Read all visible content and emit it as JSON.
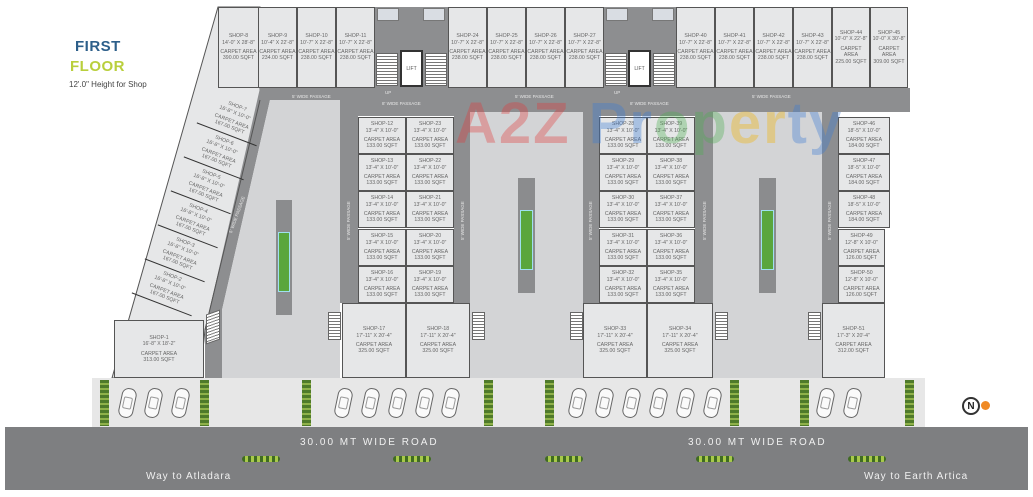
{
  "header": {
    "title_line1": "FIRST",
    "title_line2": "FLOOR",
    "subtitle": "12'.0\" Height for Shop"
  },
  "colors": {
    "title_blue": "#2d5f8a",
    "title_green": "#b9cf3c",
    "passage": "#8d8e90",
    "plaza": "#d3d4d6",
    "shop": "#e6e7e8",
    "road": "#7e7f81",
    "planter": "#5aa63d"
  },
  "shop_area_label": "CARPET AREA",
  "shops": [
    {
      "name": "SHOP-1",
      "size": "16'-8\" X 18'-2\"",
      "area": "313.00 SQFT"
    },
    {
      "name": "SHOP-2",
      "size": "16'-8\" X 10'-0\"",
      "area": "167.00 SQFT"
    },
    {
      "name": "SHOP-3",
      "size": "16'-8\" X 10'-0\"",
      "area": "167.00 SQFT"
    },
    {
      "name": "SHOP-4",
      "size": "16'-8\" X 10'-0\"",
      "area": "167.00 SQFT"
    },
    {
      "name": "SHOP-5",
      "size": "16'-8\" X 10'-0\"",
      "area": "167.00 SQFT"
    },
    {
      "name": "SHOP-6",
      "size": "16'-8\" X 10'-0\"",
      "area": "167.00 SQFT"
    },
    {
      "name": "SHOP-7",
      "size": "16'-8\" X 10'-0\"",
      "area": "167.00 SQFT"
    },
    {
      "name": "SHOP-8",
      "size": "14'-0\" X 28'-8\"",
      "area": "390.00 SQFT"
    },
    {
      "name": "SHOP-9",
      "size": "10'-4\" X 22'-8\"",
      "area": "234.00 SQFT"
    },
    {
      "name": "SHOP-10",
      "size": "10'-7\" X 22'-8\"",
      "area": "238.00 SQFT"
    },
    {
      "name": "SHOP-11",
      "size": "10'-7\" X 22'-8\"",
      "area": "238.00 SQFT"
    },
    {
      "name": "SHOP-12",
      "size": "13'-4\" X 10'-0\"",
      "area": "133.00 SQFT"
    },
    {
      "name": "SHOP-13",
      "size": "13'-4\" X 10'-0\"",
      "area": "133.00 SQFT"
    },
    {
      "name": "SHOP-14",
      "size": "13'-4\" X 10'-0\"",
      "area": "133.00 SQFT"
    },
    {
      "name": "SHOP-15",
      "size": "13'-4\" X 10'-0\"",
      "area": "133.00 SQFT"
    },
    {
      "name": "SHOP-16",
      "size": "13'-4\" X 10'-0\"",
      "area": "133.00 SQFT"
    },
    {
      "name": "SHOP-17",
      "size": "17'-11\" X 20'-4\"",
      "area": "325.00 SQFT"
    },
    {
      "name": "SHOP-18",
      "size": "17'-11\" X 20'-4\"",
      "area": "325.00 SQFT"
    },
    {
      "name": "SHOP-19",
      "size": "13'-4\" X 10'-0\"",
      "area": "133.00 SQFT"
    },
    {
      "name": "SHOP-20",
      "size": "13'-4\" X 10'-0\"",
      "area": "133.00 SQFT"
    },
    {
      "name": "SHOP-21",
      "size": "13'-4\" X 10'-0\"",
      "area": "133.00 SQFT"
    },
    {
      "name": "SHOP-22",
      "size": "13'-4\" X 10'-0\"",
      "area": "133.00 SQFT"
    },
    {
      "name": "SHOP-23",
      "size": "13'-4\" X 10'-0\"",
      "area": "133.00 SQFT"
    },
    {
      "name": "SHOP-24",
      "size": "10'-7\" X 22'-8\"",
      "area": "238.00 SQFT"
    },
    {
      "name": "SHOP-25",
      "size": "10'-7\" X 22'-8\"",
      "area": "238.00 SQFT"
    },
    {
      "name": "SHOP-26",
      "size": "10'-7\" X 22'-8\"",
      "area": "238.00 SQFT"
    },
    {
      "name": "SHOP-27",
      "size": "10'-7\" X 22'-8\"",
      "area": "238.00 SQFT"
    },
    {
      "name": "SHOP-28",
      "size": "13'-4\" X 10'-0\"",
      "area": "133.00 SQFT"
    },
    {
      "name": "SHOP-29",
      "size": "13'-4\" X 10'-0\"",
      "area": "133.00 SQFT"
    },
    {
      "name": "SHOP-30",
      "size": "13'-4\" X 10'-0\"",
      "area": "133.00 SQFT"
    },
    {
      "name": "SHOP-31",
      "size": "13'-4\" X 10'-0\"",
      "area": "133.00 SQFT"
    },
    {
      "name": "SHOP-32",
      "size": "13'-4\" X 10'-0\"",
      "area": "133.00 SQFT"
    },
    {
      "name": "SHOP-33",
      "size": "17'-11\" X 20'-4\"",
      "area": "325.00 SQFT"
    },
    {
      "name": "SHOP-34",
      "size": "17'-11\" X 20'-4\"",
      "area": "325.00 SQFT"
    },
    {
      "name": "SHOP-35",
      "size": "13'-4\" X 10'-0\"",
      "area": "133.00 SQFT"
    },
    {
      "name": "SHOP-36",
      "size": "13'-4\" X 10'-0\"",
      "area": "133.00 SQFT"
    },
    {
      "name": "SHOP-37",
      "size": "13'-4\" X 10'-0\"",
      "area": "133.00 SQFT"
    },
    {
      "name": "SHOP-38",
      "size": "13'-4\" X 10'-0\"",
      "area": "133.00 SQFT"
    },
    {
      "name": "SHOP-39",
      "size": "13'-4\" X 10'-0\"",
      "area": "133.00 SQFT"
    },
    {
      "name": "SHOP-40",
      "size": "10'-7\" X 22'-8\"",
      "area": "238.00 SQFT"
    },
    {
      "name": "SHOP-41",
      "size": "10'-7\" X 22'-8\"",
      "area": "238.00 SQFT"
    },
    {
      "name": "SHOP-42",
      "size": "10'-7\" X 22'-8\"",
      "area": "238.00 SQFT"
    },
    {
      "name": "SHOP-43",
      "size": "10'-7\" X 22'-8\"",
      "area": "238.00 SQFT"
    },
    {
      "name": "SHOP-44",
      "size": "10'-0\" X 22'-8\"",
      "area": "225.00 SQFT"
    },
    {
      "name": "SHOP-45",
      "size": "10'-0\" X 30'-8\"",
      "area": "309.00 SQFT"
    },
    {
      "name": "SHOP-46",
      "size": "18'-5\" X 10'-0\"",
      "area": "184.00 SQFT"
    },
    {
      "name": "SHOP-47",
      "size": "18'-5\" X 10'-0\"",
      "area": "184.00 SQFT"
    },
    {
      "name": "SHOP-48",
      "size": "18'-5\" X 10'-0\"",
      "area": "184.00 SQFT"
    },
    {
      "name": "SHOP-49",
      "size": "12'-8\" X 10'-0\"",
      "area": "126.00 SQFT"
    },
    {
      "name": "SHOP-50",
      "size": "12'-8\" X 10'-0\"",
      "area": "126.00 SQFT"
    },
    {
      "name": "SHOP-51",
      "size": "17'-3\" X 20'-4\"",
      "area": "312.00 SQFT"
    }
  ],
  "passages": {
    "five_ft": "5' WIDE PASSAGE",
    "eight_ft": "8' WIDE PASSAGE"
  },
  "core": {
    "lift": "LIFT",
    "up": "UP"
  },
  "road": {
    "label": "30.00 MT  WIDE ROAD",
    "way_left": "Way  to  Atladara",
    "way_right": "Way  to  Earth Artica"
  },
  "north_label": "N",
  "watermark": "A2Z Property"
}
